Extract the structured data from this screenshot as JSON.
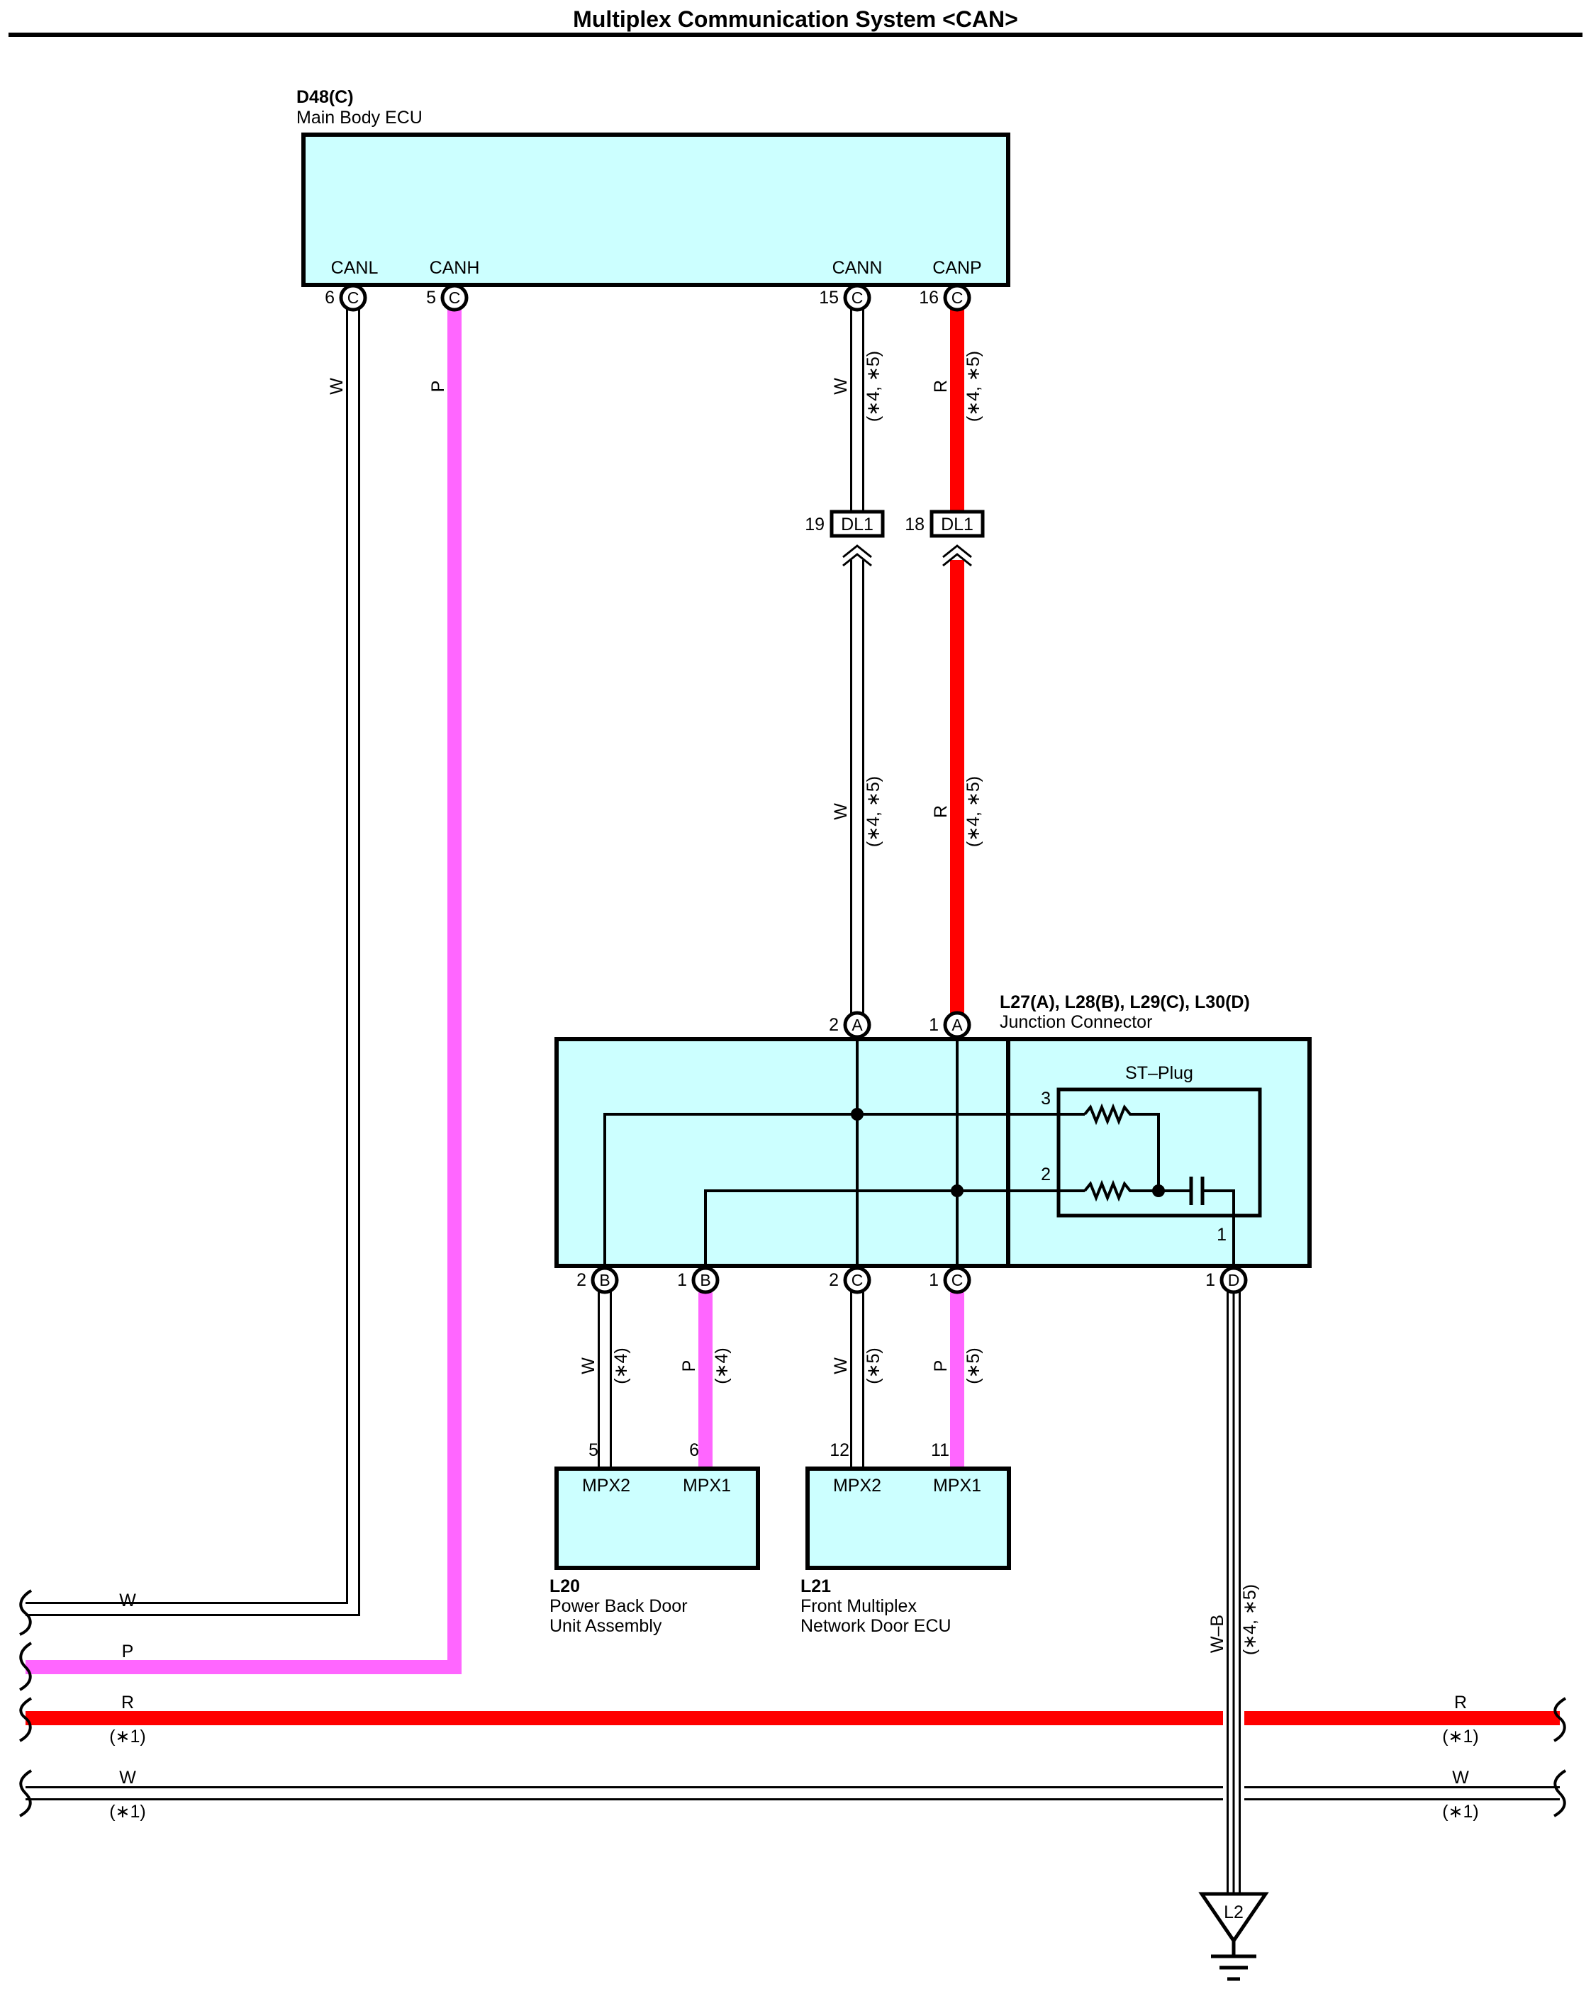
{
  "title": "Multiplex Communication System <CAN>",
  "colors": {
    "wire_white": "#ffffff",
    "wire_pink": "#ff66ff",
    "wire_red": "#ff0000",
    "component_fill": "#ccffff"
  },
  "components": {
    "ecu": {
      "id": "D48(C)",
      "name": "Main Body ECU",
      "pins": [
        {
          "label": "CANL",
          "num": "6",
          "conn": "C"
        },
        {
          "label": "CANH",
          "num": "5",
          "conn": "C"
        },
        {
          "label": "CANN",
          "num": "15",
          "conn": "C"
        },
        {
          "label": "CANP",
          "num": "16",
          "conn": "C"
        }
      ]
    },
    "dl1": {
      "label": "DL1",
      "pin_w": "19",
      "pin_r": "18"
    },
    "junction": {
      "id": "L27(A), L28(B), L29(C), L30(D)",
      "name": "Junction Connector",
      "top_pins": [
        {
          "num": "2",
          "conn": "A"
        },
        {
          "num": "1",
          "conn": "A"
        }
      ],
      "bottom_pins": [
        {
          "num": "2",
          "conn": "B"
        },
        {
          "num": "1",
          "conn": "B"
        },
        {
          "num": "2",
          "conn": "C"
        },
        {
          "num": "1",
          "conn": "C"
        },
        {
          "num": "1",
          "conn": "D"
        }
      ],
      "st_plug": {
        "label": "ST–Plug",
        "pin3": "3",
        "pin2": "2",
        "pin1": "1"
      }
    },
    "l20": {
      "id": "L20",
      "name_line1": "Power Back Door",
      "name_line2": "Unit Assembly",
      "pins": [
        {
          "label": "MPX2",
          "num": "5"
        },
        {
          "label": "MPX1",
          "num": "6"
        }
      ]
    },
    "l21": {
      "id": "L21",
      "name_line1": "Front Multiplex",
      "name_line2": "Network Door ECU",
      "pins": [
        {
          "label": "MPX2",
          "num": "12"
        },
        {
          "label": "MPX1",
          "num": "11"
        }
      ]
    },
    "ground": {
      "label": "L2"
    }
  },
  "wires": {
    "canl_color": "W",
    "canh_color": "P",
    "cann_color": "W",
    "canp_color": "R",
    "note_45": "(∗4, ∗5)",
    "l20_w": "W",
    "l20_p": "P",
    "note_4": "(∗4)",
    "l21_w": "W",
    "l21_p": "P",
    "note_5": "(∗5)",
    "gnd_color": "W–B",
    "bus_w": "W",
    "bus_p": "P",
    "bus_r": "R",
    "bus_w2": "W",
    "note_1": "(∗1)"
  }
}
